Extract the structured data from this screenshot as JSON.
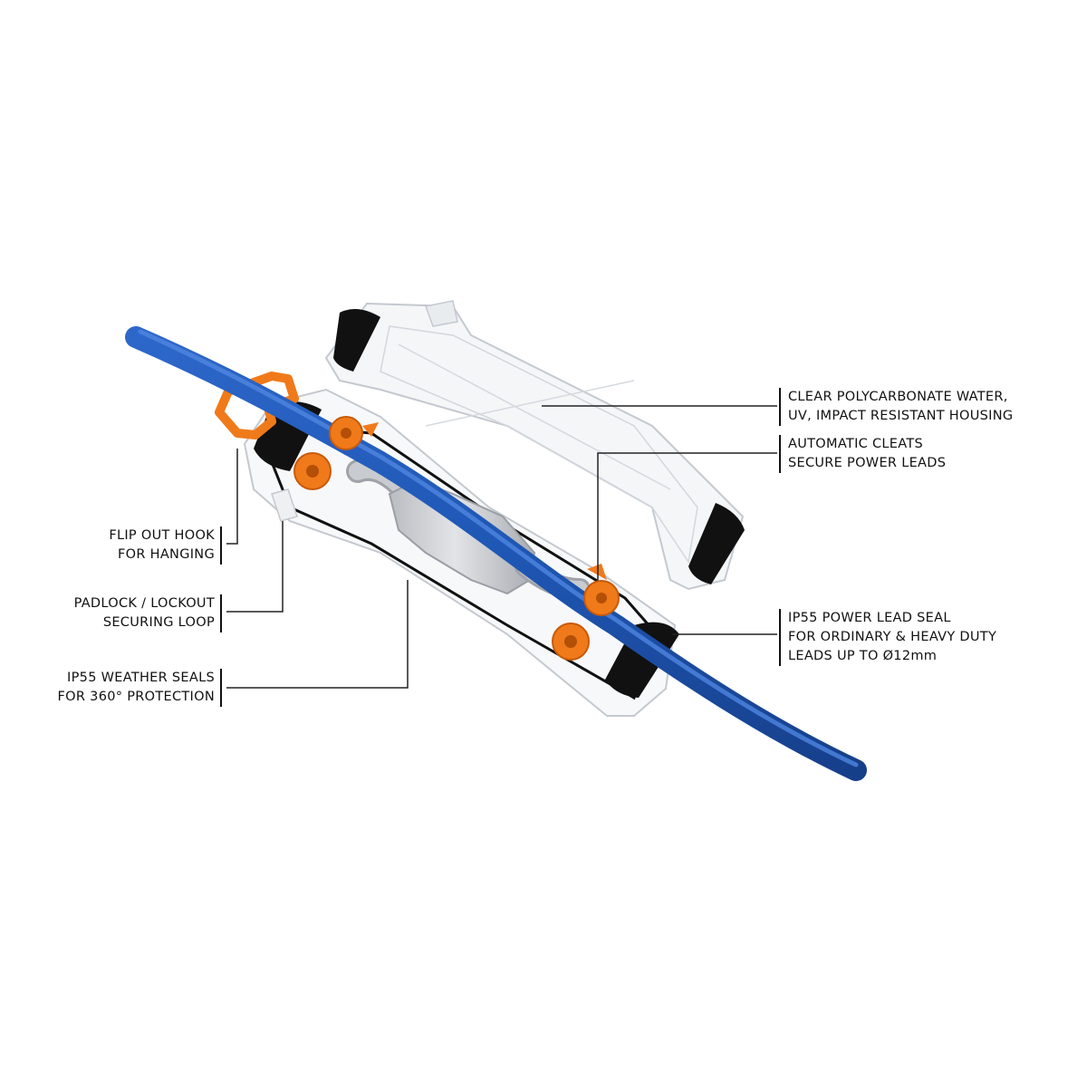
{
  "callouts": {
    "housing": {
      "lines": [
        "CLEAR POLYCARBONATE WATER,",
        "UV, IMPACT RESISTANT HOUSING"
      ]
    },
    "cleats": {
      "lines": [
        "AUTOMATIC CLEATS",
        "SECURE POWER LEADS"
      ]
    },
    "lead_seal": {
      "lines": [
        "IP55 POWER LEAD SEAL",
        "FOR ORDINARY & HEAVY DUTY",
        "LEADS UP TO Ø12mm"
      ]
    },
    "hook": {
      "lines": [
        "FLIP OUT HOOK",
        "FOR HANGING"
      ]
    },
    "padlock": {
      "lines": [
        "PADLOCK / LOCKOUT",
        "SECURING LOOP"
      ]
    },
    "weather": {
      "lines": [
        "IP55 WEATHER SEALS",
        "FOR 360° PROTECTION"
      ]
    }
  },
  "colors": {
    "cable": "#1f57b5",
    "cable_highlight": "#4f86e0",
    "orange": "#f07a1a",
    "connector": "#c9cbcf",
    "housing_edge": "#b8bdc4",
    "seal": "#111111",
    "leader": "#222222"
  }
}
